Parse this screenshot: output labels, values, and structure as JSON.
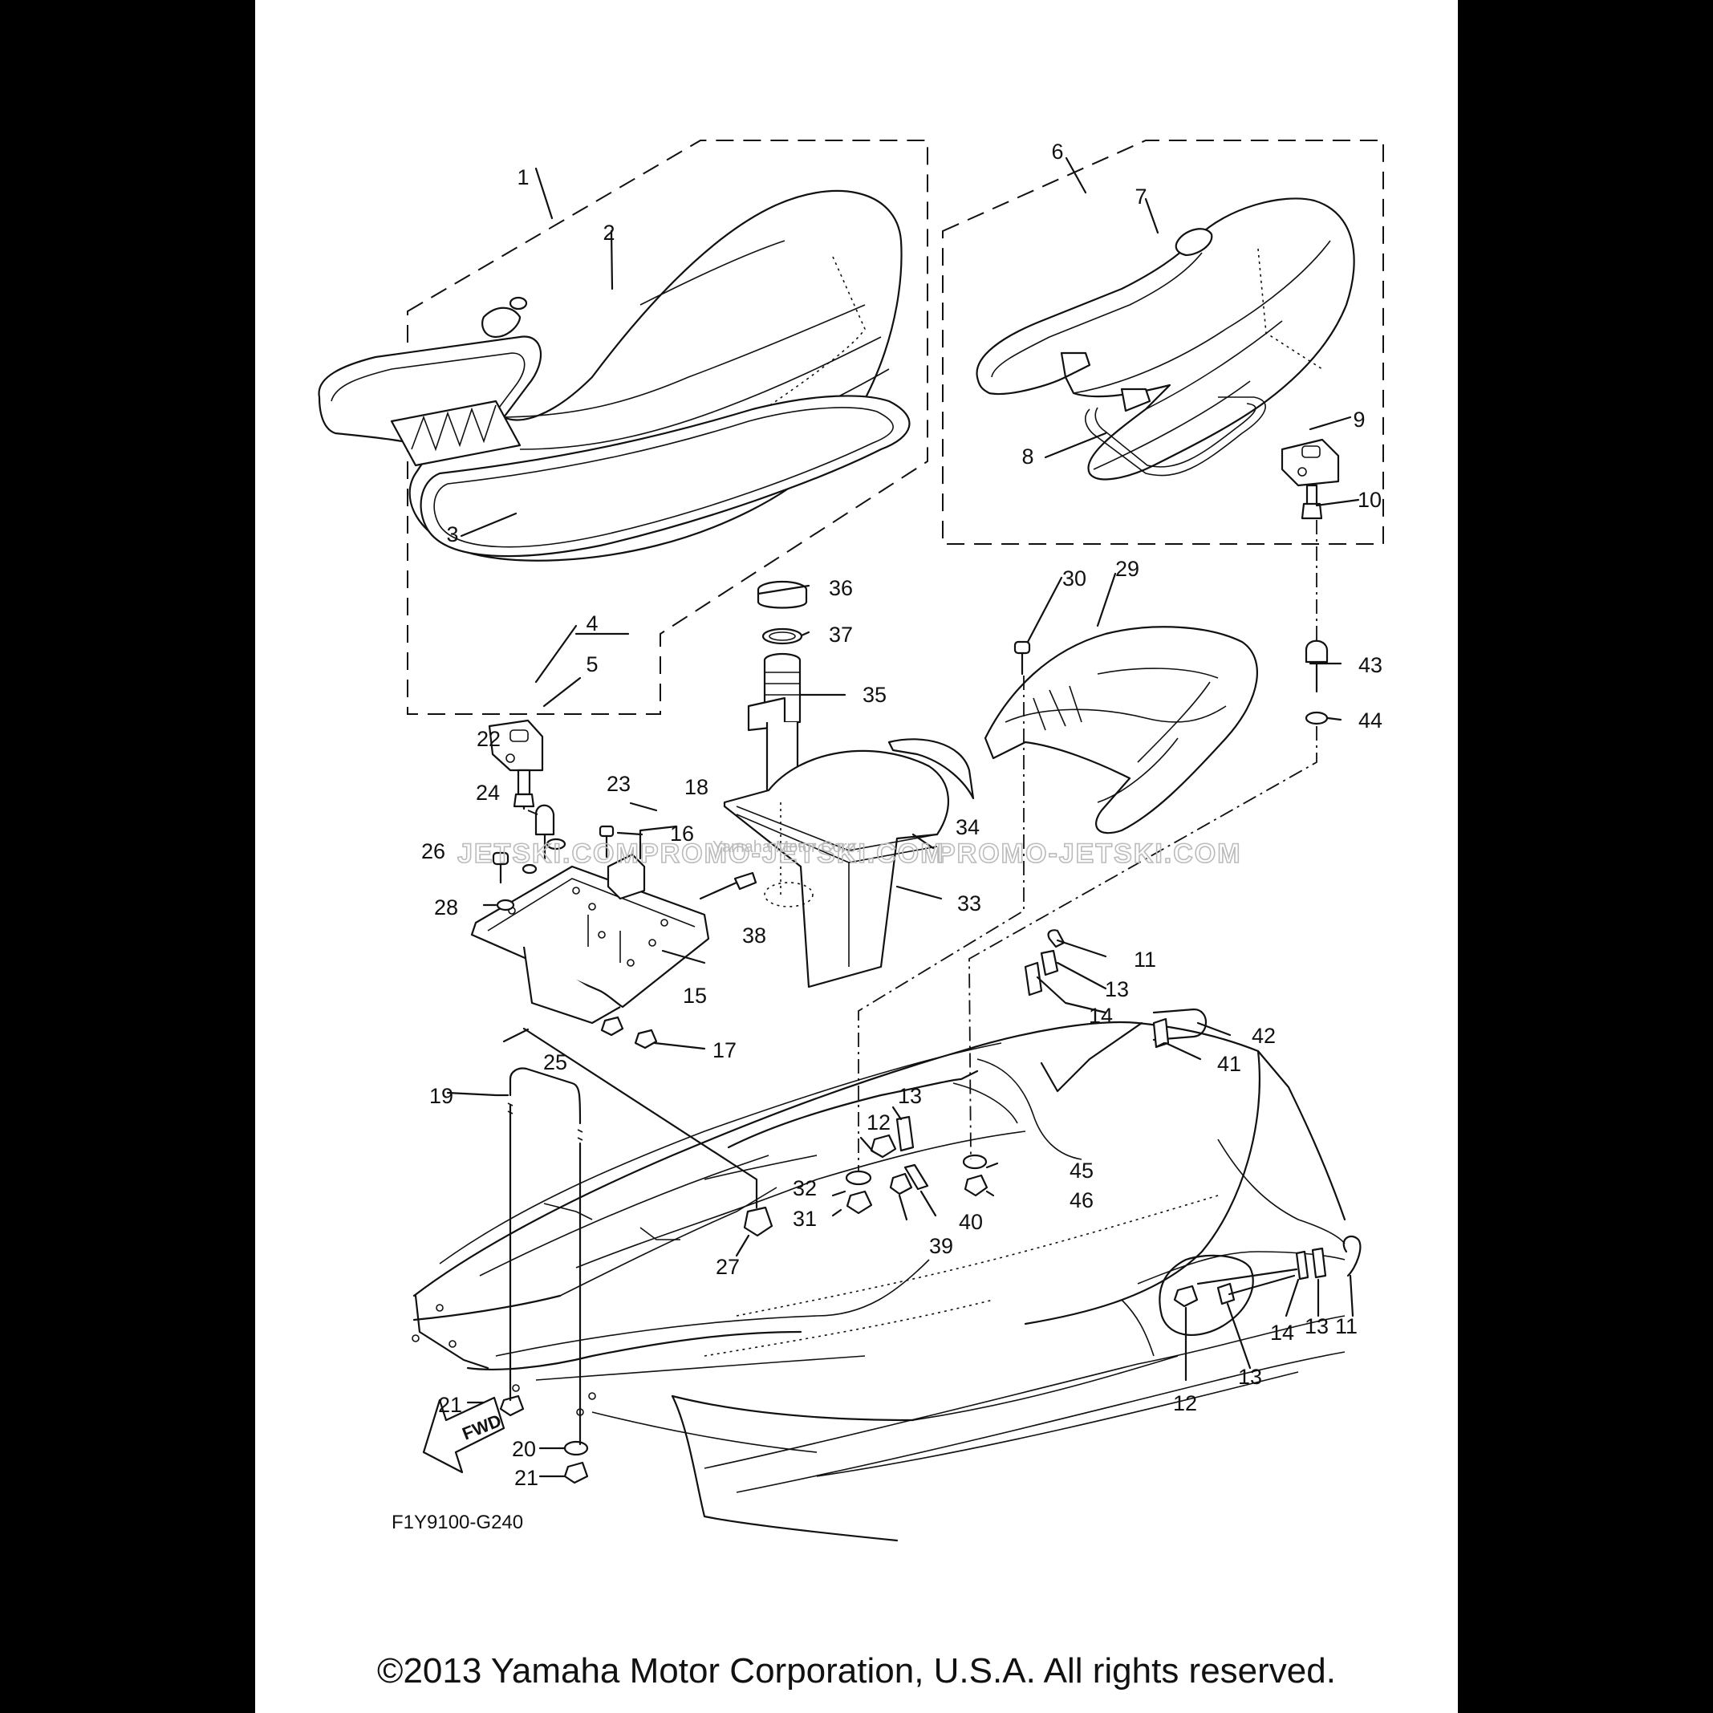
{
  "diagram": {
    "figure_code": "F1Y9100-G240",
    "fwd_label": "FWD",
    "copyright": "©2013 Yamaha Motor Corporation, U.S.A. All rights reserved.",
    "watermarks": [
      "JETSKI.COM",
      "PROMO-JETSKI.COM",
      "Yamaha Motor Corp.",
      "PROMO-JETSKI.COM"
    ],
    "callouts": [
      "1",
      "2",
      "3",
      "4",
      "5",
      "6",
      "7",
      "8",
      "9",
      "10",
      "11",
      "12",
      "13",
      "14",
      "15",
      "16",
      "17",
      "18",
      "19",
      "20",
      "21",
      "22",
      "23",
      "24",
      "25",
      "26",
      "27",
      "28",
      "29",
      "30",
      "31",
      "32",
      "33",
      "34",
      "35",
      "36",
      "37",
      "38",
      "39",
      "40",
      "41",
      "42",
      "43",
      "44",
      "45",
      "46"
    ]
  }
}
